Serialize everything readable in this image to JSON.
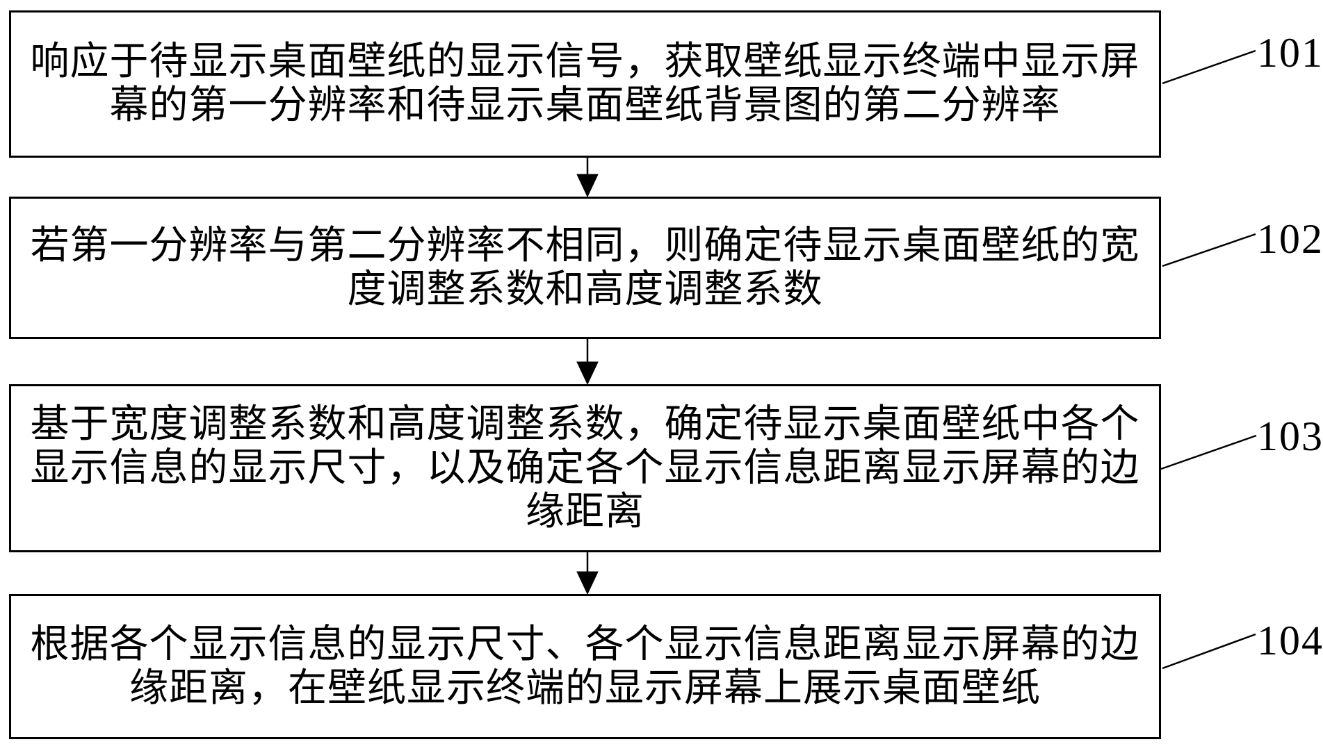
{
  "figure": {
    "colors": {
      "background": "#ffffff",
      "line": "#000000",
      "text": "#000000"
    },
    "steps": [
      {
        "ref": "101",
        "lines": [
          "响应于待显示桌面壁纸的显示信号，获取壁纸显示终端中显示屏",
          "幕的第一分辨率和待显示桌面壁纸背景图的第二分辨率"
        ]
      },
      {
        "ref": "102",
        "lines": [
          "若第一分辨率与第二分辨率不相同，则确定待显示桌面壁纸的宽",
          "度调整系数和高度调整系数"
        ]
      },
      {
        "ref": "103",
        "lines": [
          "基于宽度调整系数和高度调整系数，确定待显示桌面壁纸中各个",
          "显示信息的显示尺寸，以及确定各个显示信息距离显示屏幕的边",
          "缘距离"
        ]
      },
      {
        "ref": "104",
        "lines": [
          "根据各个显示信息的显示尺寸、各个显示信息距离显示屏幕的边",
          "缘距离，在壁纸显示终端的显示屏幕上展示桌面壁纸"
        ]
      }
    ]
  }
}
